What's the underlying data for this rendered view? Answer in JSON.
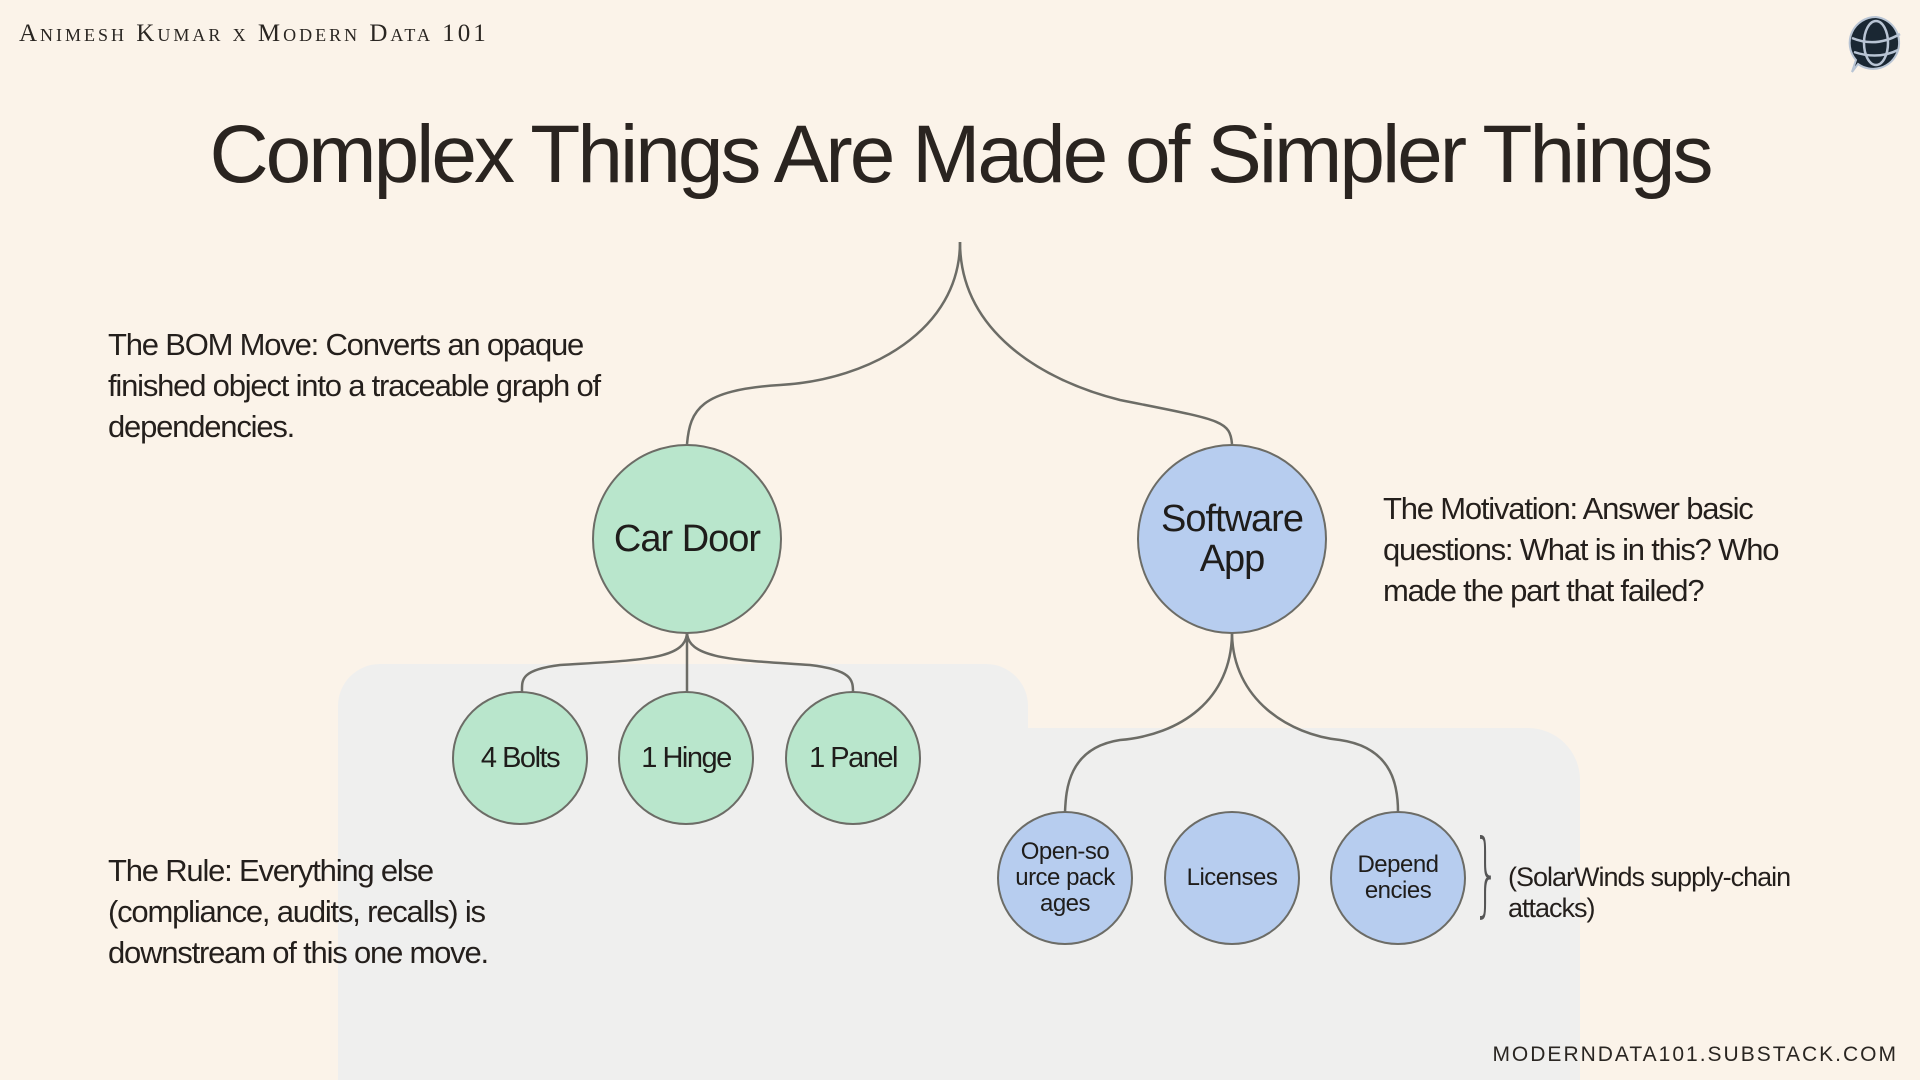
{
  "header": {
    "byline": "Animesh Kumar x Modern Data 101"
  },
  "logo": {
    "icon": "globe-speech-bubble-icon",
    "color": "#1a2733"
  },
  "title": "Complex Things Are Made of Simpler Things",
  "notes": {
    "bom_move": "The BOM Move: Converts an opaque finished object into a traceable graph of dependencies.",
    "motivation": "The Motivation: Answer basic questions: What is in this? Who made the part that failed?",
    "rule": "The Rule: Everything else (compliance, audits, recalls) is downstream of this one move."
  },
  "tree": {
    "car_door": {
      "label": "Car Door",
      "children": [
        "4 Bolts",
        "1 Hinge",
        "1 Panel"
      ]
    },
    "software_app": {
      "label": "Software App",
      "children": [
        "Open-source packages",
        "Licenses",
        "Dependencies"
      ]
    }
  },
  "annotation": "(SolarWinds supply-chain attacks)",
  "footer": "MODERNDATA101.SUBSTACK.COM",
  "colors": {
    "background": "#fbf3e9",
    "green_node": "#b9e6cc",
    "blue_node": "#b7cdef",
    "panel": "#efefee",
    "line": "#6c6c66"
  }
}
